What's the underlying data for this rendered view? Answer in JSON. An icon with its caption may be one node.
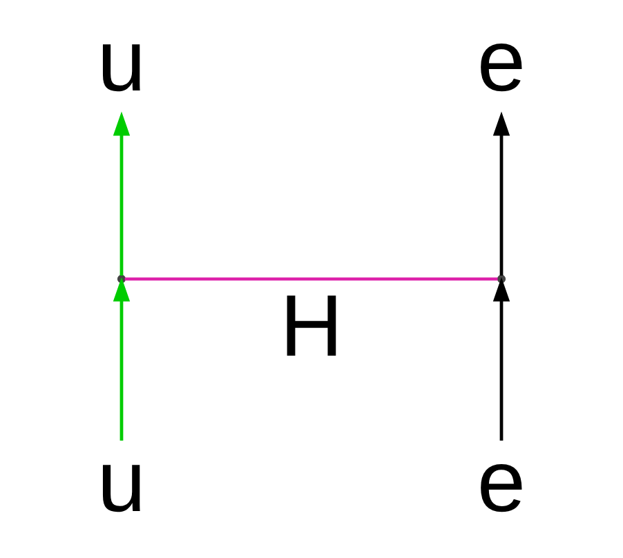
{
  "diagram": {
    "nodes": [
      {
        "text": [
          "u"
        ]
      },
      {
        "text": [
          "e"
        ]
      },
      {
        "text": [],
        "shape": "point"
      },
      {
        "text": [],
        "shape": "point"
      },
      {
        "text": [
          "u"
        ]
      },
      {
        "text": [
          "e"
        ]
      }
    ],
    "edges": [
      {
        "from": 4,
        "to": 2,
        "arrow": "to",
        "color": "#00cc00"
      },
      {
        "from": 2,
        "to": 0,
        "arrow": "to",
        "color": "#00cc00"
      },
      {
        "from": 2,
        "to": 3,
        "arrow": "none",
        "label": "H",
        "color": "#dd22aa"
      },
      {
        "from": 5,
        "to": 3,
        "arrow": "to",
        "color": "#000000"
      },
      {
        "from": 3,
        "to": 1,
        "arrow": "to",
        "color": "#000000"
      }
    ]
  }
}
